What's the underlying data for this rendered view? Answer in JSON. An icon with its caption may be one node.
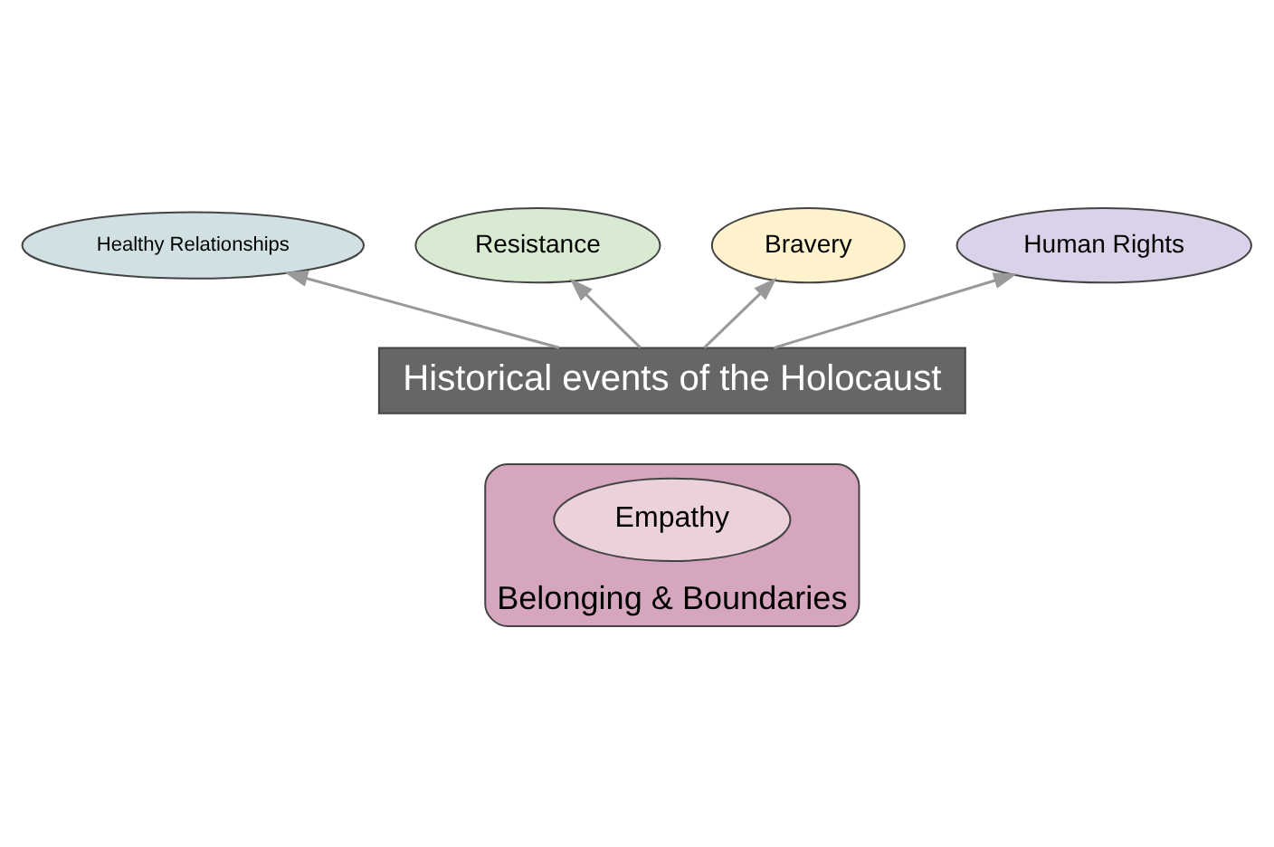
{
  "diagram": {
    "nodes": [
      {
        "text": [
          "Healthy Relationships"
        ]
      },
      {
        "text": [
          "Resistance"
        ]
      },
      {
        "text": [
          "Bravery"
        ]
      },
      {
        "text": [
          "Human Rights"
        ]
      },
      {
        "text": [
          "Historical events of the Holocaust"
        ]
      },
      {
        "text": [
          "Belonging & Boundaries"
        ]
      },
      {
        "text": [
          "Empathy"
        ],
        "in": 5
      }
    ],
    "edges": [
      {
        "from": 4,
        "to": 0,
        "arrow": "to"
      },
      {
        "from": 4,
        "to": 1,
        "arrow": "to"
      },
      {
        "from": 4,
        "to": 2,
        "arrow": "to"
      },
      {
        "from": 4,
        "to": 3,
        "arrow": "to"
      }
    ]
  }
}
